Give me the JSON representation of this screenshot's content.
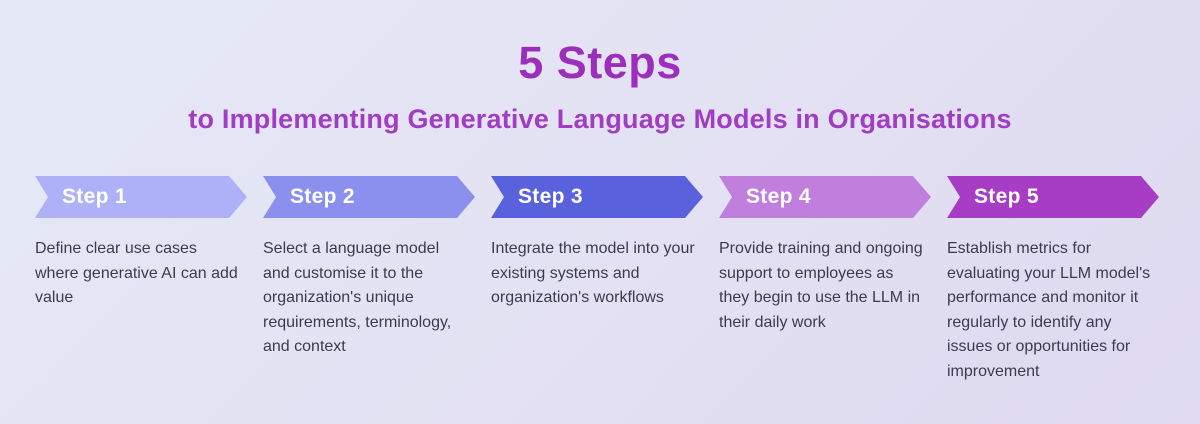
{
  "header": {
    "title": "5 Steps",
    "subtitle": "to Implementing Generative Language Models in Organisations",
    "title_color": "#9b2fbc"
  },
  "colors": {
    "background_start": "#e5e9f6",
    "background_end": "#ded9ef",
    "body_text": "#3b3b4d",
    "banner_text": "#ffffff"
  },
  "steps": [
    {
      "label": "Step 1",
      "color": "#aeb1f8",
      "description": "Define clear use cases where generative AI can add value"
    },
    {
      "label": "Step 2",
      "color": "#8b90ee",
      "description": "Select a language model and customise it to the organization's unique requirements, terminology, and context"
    },
    {
      "label": "Step 3",
      "color": "#5a61dc",
      "description": "Integrate the model into your existing systems and organization's workflows"
    },
    {
      "label": "Step 4",
      "color": "#c07edd",
      "description": "Provide training and ongoing support to employees as they begin to use the LLM in their daily work"
    },
    {
      "label": "Step 5",
      "color": "#a73cc5",
      "description": "Establish metrics for evaluating your LLM model's performance and monitor it regularly to identify any issues or opportunities for improvement"
    }
  ]
}
